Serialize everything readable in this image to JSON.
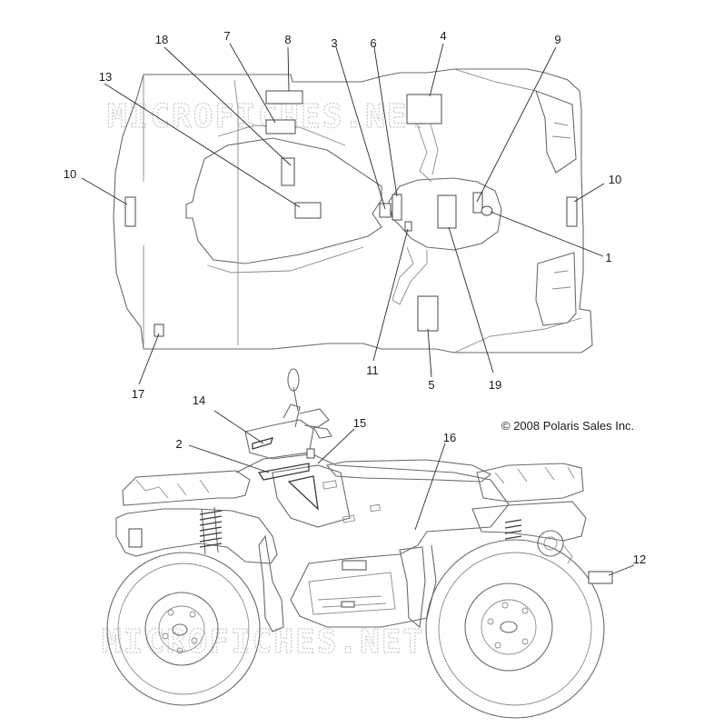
{
  "copyright": "© 2008 Polaris Sales Inc.",
  "watermark": "MICROFICHES.NET",
  "callouts": {
    "c1": "1",
    "c2": "2",
    "c3": "3",
    "c4": "4",
    "c5": "5",
    "c6": "6",
    "c7": "7",
    "c8": "8",
    "c9": "9",
    "c10a": "10",
    "c10b": "10",
    "c11": "11",
    "c12": "12",
    "c13": "13",
    "c14": "14",
    "c15": "15",
    "c16": "16",
    "c17": "17",
    "c18": "18",
    "c19": "19"
  },
  "colors": {
    "line": "#6a6a6a",
    "text": "#1a1a1a",
    "watermark": "#c8c8c8",
    "background": "#ffffff"
  }
}
